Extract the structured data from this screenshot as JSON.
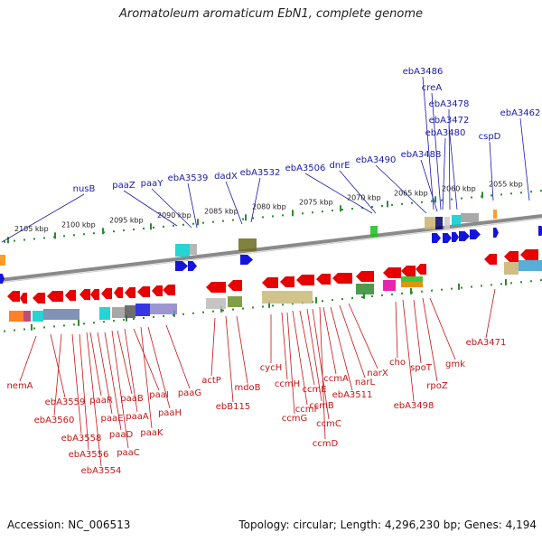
{
  "title": "Aromatoleum aromaticum EbN1, complete genome",
  "footer": {
    "accession": "Accession: NC_006513",
    "topology": "Topology: circular; Length: 4,296,230 bp; Genes: 4,194"
  },
  "colors": {
    "forward_gene": "#1414dc",
    "reverse_gene": "#e60000",
    "top_label": "#1a1aa8",
    "bottom_label": "#c81414",
    "tick_dot": "#2e8b2e",
    "backbone": "#8a8a8a"
  },
  "scale_ticks": [
    "2105 kbp",
    "2100 kbp",
    "2095 kbp",
    "2090 kbp",
    "2085 kbp",
    "2080 kbp",
    "2075 kbp",
    "2070 kbp",
    "2065 kbp",
    "2060 kbp",
    "2055 kbp"
  ],
  "top_labels": [
    "nusB",
    "paaZ",
    "paaY",
    "ebA3539",
    "dadX",
    "ebA3532",
    "ebA3506",
    "dnrE",
    "ebA3490",
    "ebA3488",
    "ebA3486",
    "creA",
    "ebA3478",
    "ebA3472",
    "ebA3480",
    "cspD",
    "ebA3462"
  ],
  "bottom_labels": [
    "nemA",
    "ebA3559",
    "ebA3560",
    "ebA3558",
    "ebA3556",
    "ebA3554",
    "paaR",
    "paaE",
    "paaD",
    "paaC",
    "paaB",
    "paaA",
    "paaI",
    "paaK",
    "paaH",
    "paaG",
    "actP",
    "ebB115",
    "mdoB",
    "cycH",
    "ccmH",
    "ccmG",
    "ccmF",
    "ccmE",
    "ccmB",
    "ccmC",
    "ccmD",
    "ccmA",
    "ebA3511",
    "narL",
    "narX",
    "cho",
    "ebA3498",
    "spoT",
    "rpoZ",
    "gmk",
    "ebA3471"
  ]
}
